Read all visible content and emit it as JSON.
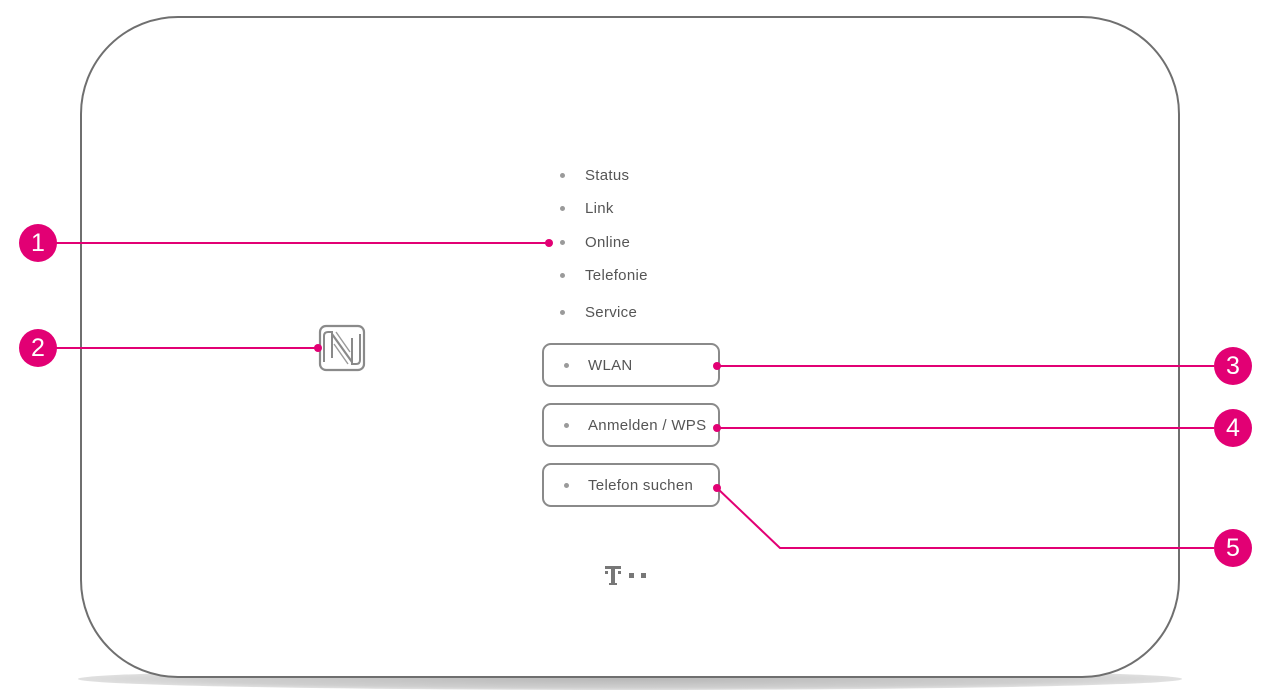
{
  "accent_color": "#e20074",
  "status_leds": [
    {
      "label": "Status"
    },
    {
      "label": "Link"
    },
    {
      "label": "Online"
    },
    {
      "label": "Telefonie"
    },
    {
      "label": "Service"
    }
  ],
  "buttons": [
    {
      "label": "WLAN"
    },
    {
      "label": "Anmelden / WPS"
    },
    {
      "label": "Telefon suchen"
    }
  ],
  "callouts": [
    {
      "number": "1",
      "target": "Online"
    },
    {
      "number": "2",
      "target": "nfc-icon"
    },
    {
      "number": "3",
      "target": "WLAN"
    },
    {
      "number": "4",
      "target": "Anmelden / WPS"
    },
    {
      "number": "5",
      "target": "Telefon suchen"
    }
  ],
  "icons": {
    "nfc": "nfc-icon",
    "brand": "telekom-logo-icon"
  }
}
